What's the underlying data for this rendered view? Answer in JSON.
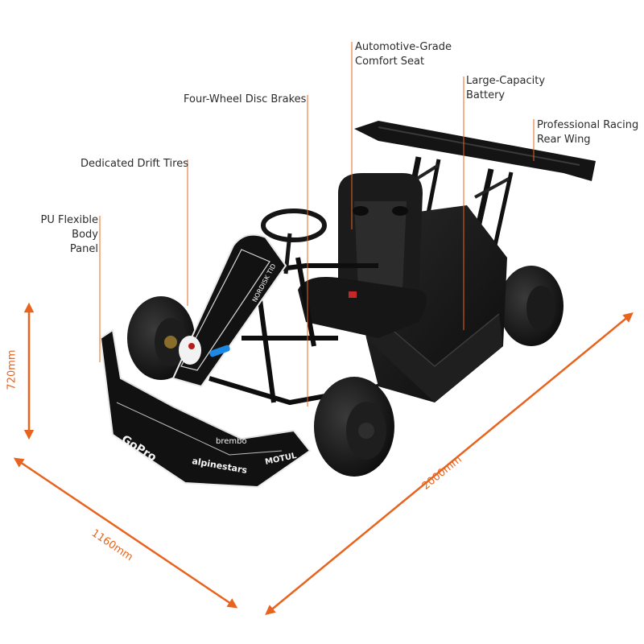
{
  "labels": {
    "seat": [
      "Automotive-Grade",
      "Comfort Seat"
    ],
    "battery": [
      "Large-Capacity",
      "Battery"
    ],
    "brakes": [
      "Four-Wheel Disc Brakes"
    ],
    "wing": [
      "Professional Racing",
      "Rear Wing"
    ],
    "tires": [
      "Dedicated Drift Tires"
    ],
    "body": [
      "PU Flexible Body",
      "Panel"
    ]
  },
  "dimensions": {
    "height": "720mm",
    "width": "1160mm",
    "length": "2000mm"
  },
  "branding": {
    "nose_logo": "GoPro",
    "nose_sponsor": "alpinestars",
    "side_sponsor_1": "brembo",
    "side_sponsor_2": "MOTUL",
    "body_text": "NORDISK TID"
  },
  "colors": {
    "accent": "#e8641e",
    "kart_body": "#141414",
    "text": "#2b2b2b"
  }
}
